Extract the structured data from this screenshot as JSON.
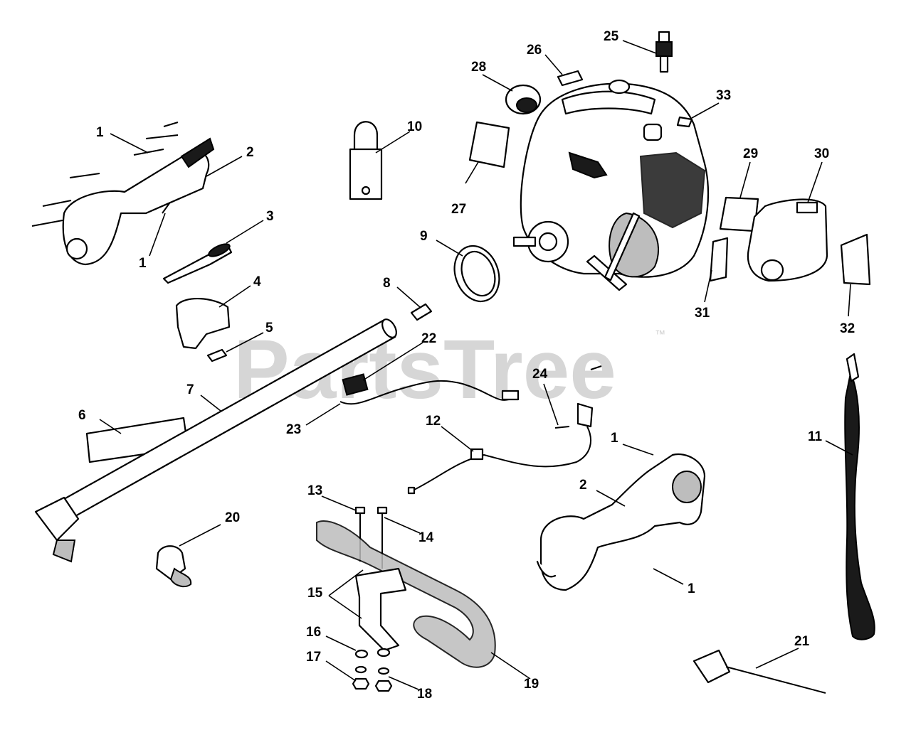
{
  "watermark": {
    "brand": "PartsTree",
    "trademark": "™"
  },
  "callouts": {
    "c1a": "1",
    "c1b": "1",
    "c1c": "1",
    "c1d": "1",
    "c2a": "2",
    "c2b": "2",
    "c3": "3",
    "c4": "4",
    "c5": "5",
    "c6": "6",
    "c7": "7",
    "c8": "8",
    "c9": "9",
    "c10": "10",
    "c11": "11",
    "c12": "12",
    "c13": "13",
    "c14": "14",
    "c15": "15",
    "c16": "16",
    "c17": "17",
    "c18": "18",
    "c19": "19",
    "c20": "20",
    "c21": "21",
    "c22": "22",
    "c23": "23",
    "c24": "24",
    "c25": "25",
    "c26": "26",
    "c27": "27",
    "c28": "28",
    "c29": "29",
    "c30": "30",
    "c31": "31",
    "c32": "32",
    "c33": "33"
  }
}
